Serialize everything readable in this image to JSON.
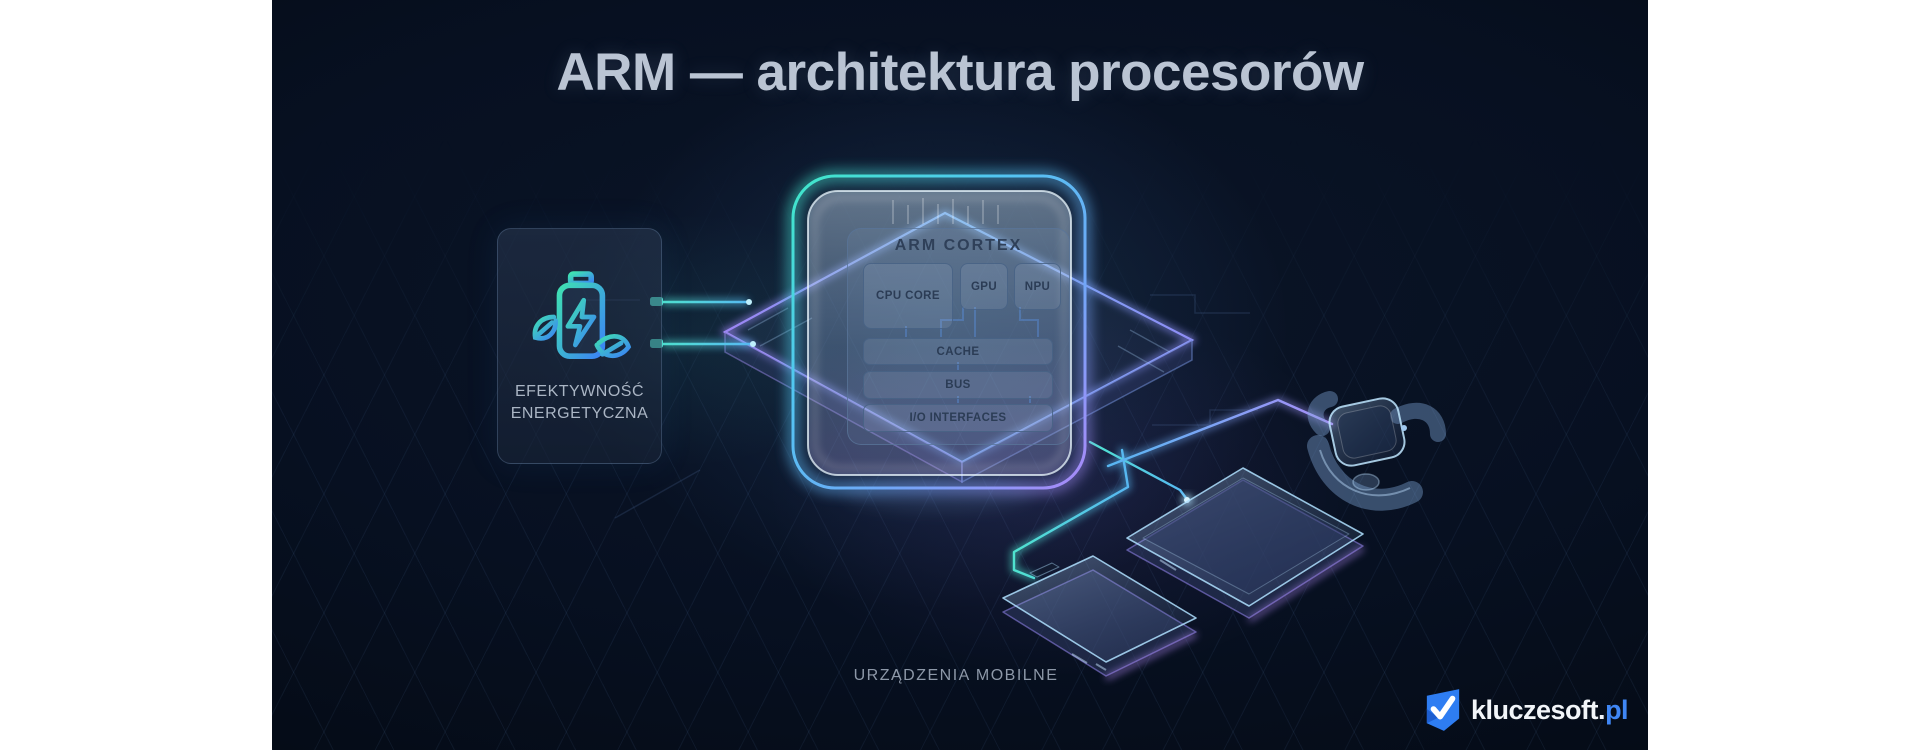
{
  "title": "ARM — architektura procesorów",
  "energy_card": {
    "label": "EFEKTYWNOŚĆ ENERGETYCZNA",
    "icon": "battery-leaf-icon"
  },
  "chip": {
    "label": "ARM CORTEX",
    "blocks": {
      "cpu": "CPU CORE",
      "gpu": "GPU",
      "npu": "NPU",
      "cache": "CACHE",
      "bus": "BUS",
      "io": "I/O INTERFACES"
    }
  },
  "devices_label": "URZĄDZENIA MOBILNE",
  "devices_depicted": [
    "smartphone",
    "tablet",
    "smartwatch"
  ],
  "brand": {
    "name": "kluczesoft",
    "dot": ".",
    "tld": "pl",
    "icon": "shield-check-icon"
  },
  "colors": {
    "background": "#060d1c",
    "title_text": "#bac4d3",
    "accent_teal": "#3fe8c8",
    "accent_cyan": "#52c6f2",
    "accent_blue": "#57b7f2",
    "accent_purple": "#a989f8",
    "chip_text": "#2f4059",
    "muted_label": "#8d98a8",
    "brand_blue": "#2e7df2"
  }
}
